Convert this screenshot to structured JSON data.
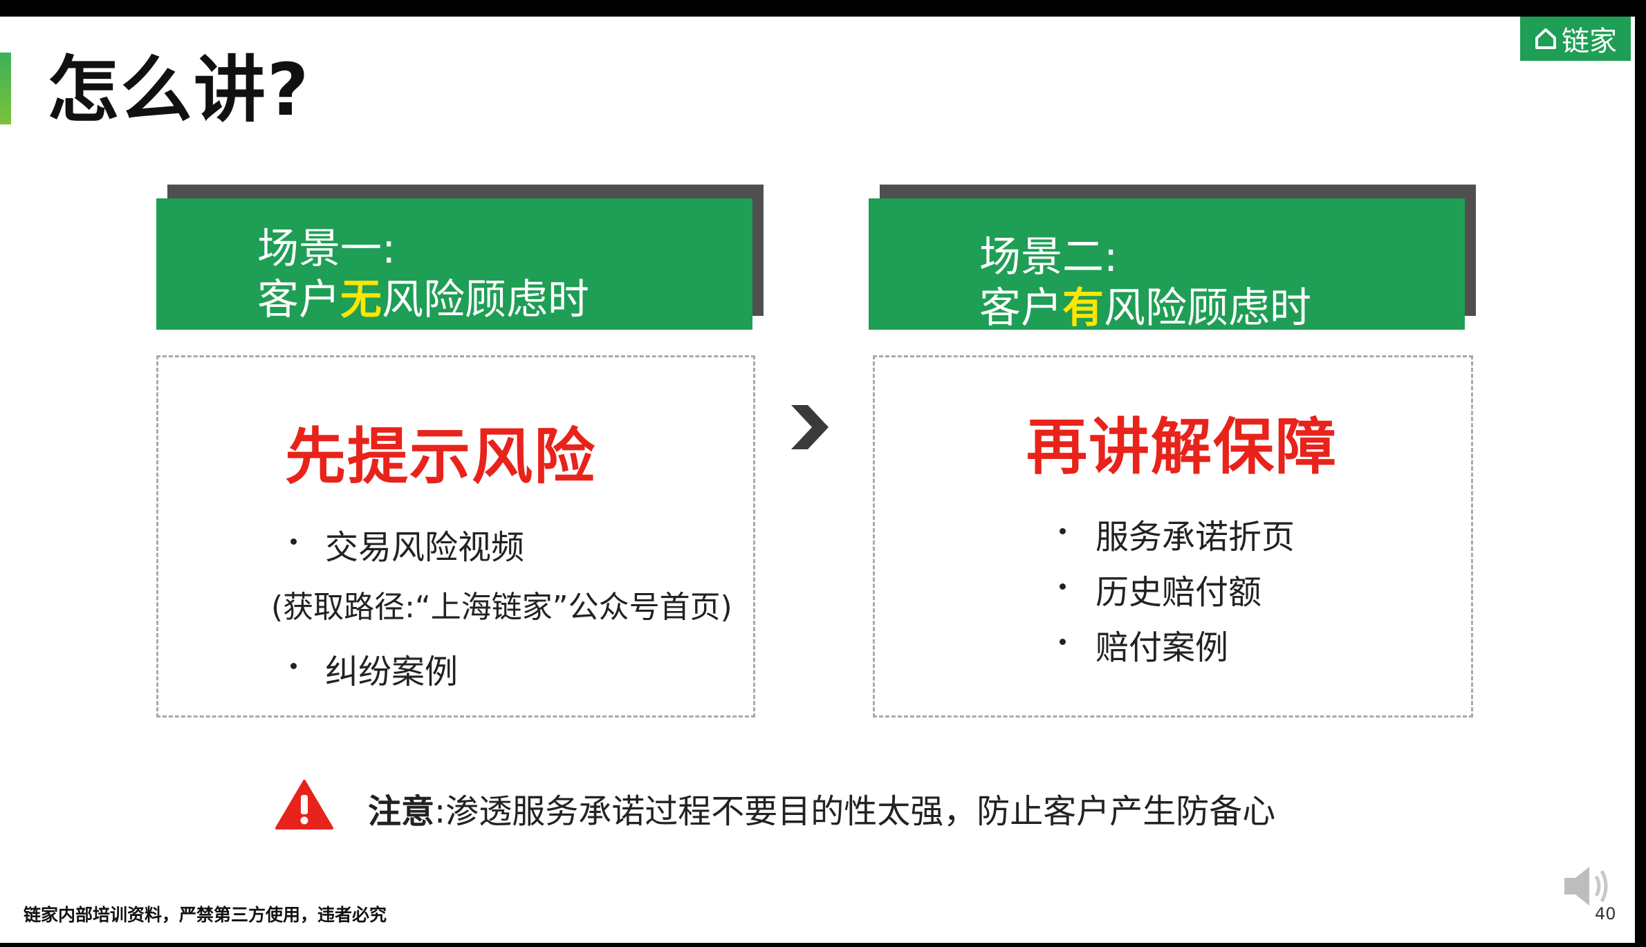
{
  "title": "怎么讲?",
  "logo_text": "链家",
  "scene1": {
    "label": "场景一:",
    "line_prefix": "客户",
    "line_highlight": "无",
    "line_suffix": "风险顾虑时",
    "headline": "先提示风险",
    "bullet1": "交易风险视频",
    "path_note": "(获取路径:“上海链家”公众号首页)",
    "bullet2": "纠纷案例"
  },
  "scene2": {
    "label": "场景二:",
    "line_prefix": "客户",
    "line_highlight": "有",
    "line_suffix": "风险顾虑时",
    "headline": "再讲解保障",
    "bullets": [
      "服务承诺折页",
      "历史赔付额",
      "赔付案例"
    ]
  },
  "note": {
    "label": "注意",
    "separator": ":",
    "text": "渗透服务承诺过程不要目的性太强，防止客户产生防备心"
  },
  "footer": "链家内部培训资料，严禁第三方使用，违者必究",
  "page_number": "40",
  "colors": {
    "brand_green": "#1f9e55",
    "headline_red": "#e8231b",
    "highlight_yellow": "#ffe600",
    "warning_red": "#e8231b"
  },
  "icons": [
    "home-icon",
    "chevron-right-icon",
    "warning-icon",
    "speaker-icon"
  ]
}
